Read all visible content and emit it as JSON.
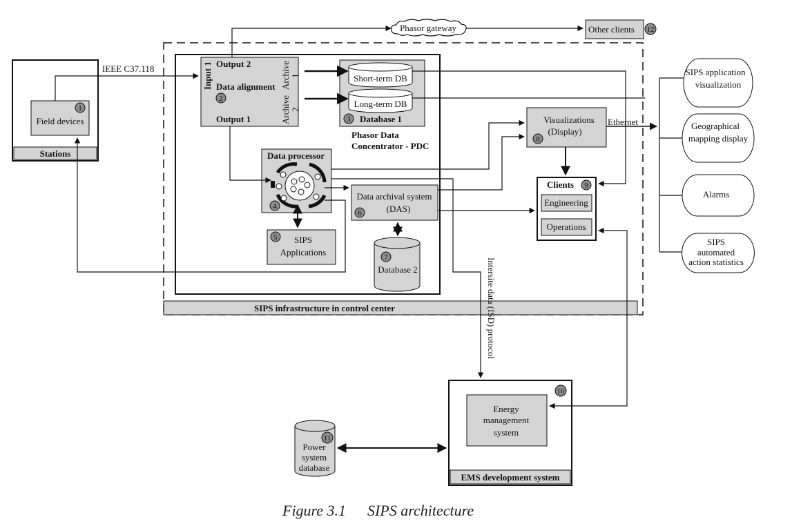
{
  "labels": {
    "ieee": "IEEE C37.118",
    "phasor_gateway": "Phasor gateway",
    "other_clients": "Other clients",
    "field_devices": "Field devices",
    "stations": "Stations",
    "input1": "Input 1",
    "output2": "Output 2",
    "data_alignment": "Data alignment",
    "output1": "Output 1",
    "archive1_a": "Archive",
    "archive1_b": "1",
    "archive2_a": "Archive",
    "archive2_b": "2",
    "short_term_db": "Short-term DB",
    "long_term_db": "Long-term DB",
    "database1": "Database 1",
    "pdc_line1": "Phasor Data",
    "pdc_line2": "Concentrator - PDC",
    "data_processor": "Data processor",
    "sips_apps_1": "SIPS",
    "sips_apps_2": "Applications",
    "das_1": "Data archival system",
    "das_2": "(DAS)",
    "database2": "Database 2",
    "vis_1": "Visualizations",
    "vis_2": "(Display)",
    "ethernet": "Ethernet",
    "clients": "Clients",
    "engineering": "Engineering",
    "operations": "Operations",
    "sips_infra": "SIPS infrastructure in control center",
    "isd": "Intersite data (ISD) protocol",
    "ems_1": "Energy",
    "ems_2": "management",
    "ems_3": "system",
    "ems_dev": "EMS development system",
    "psd_1": "Power",
    "psd_2": "system",
    "psd_3": "database",
    "out_sips_vis_1": "SIPS application",
    "out_sips_vis_2": "visualization",
    "out_geo_1": "Geographical",
    "out_geo_2": "mapping display",
    "out_alarms": "Alarms",
    "out_stats_1": "SIPS",
    "out_stats_2": "automated",
    "out_stats_3": "action statistics"
  },
  "numbers": {
    "n1": "1",
    "n2": "2",
    "n3": "3",
    "n4": "4",
    "n5": "5",
    "n6": "6",
    "n7": "7",
    "n8": "8",
    "n9": "9",
    "n10": "10",
    "n11": "11",
    "n12": "12"
  },
  "caption": {
    "figure": "Figure 3.1",
    "title": "SIPS architecture"
  },
  "colors": {
    "box_fill": "#d4d4d4",
    "badge_fill": "#8c8c8c",
    "line": "#111111"
  }
}
